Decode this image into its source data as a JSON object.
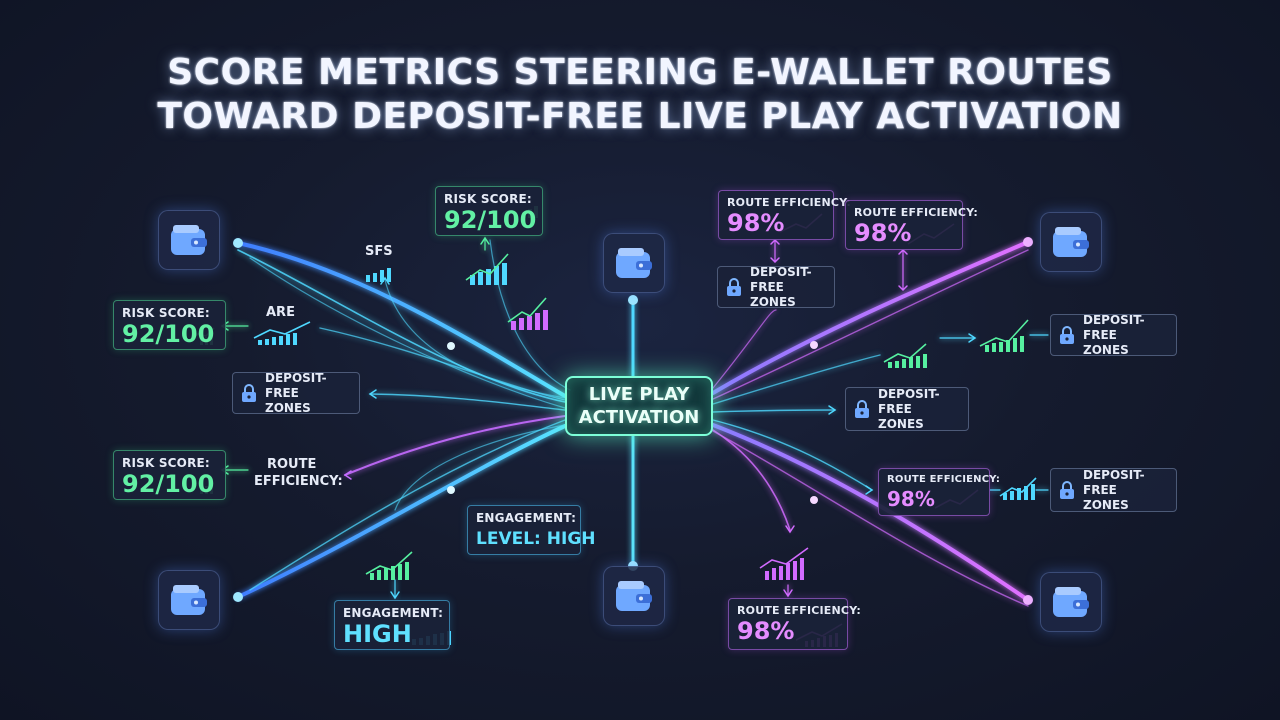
{
  "title": {
    "line1": "SCORE METRICS STEERING E-WALLET ROUTES",
    "line2": "TOWARD DEPOSIT-FREE LIVE PLAY ACTIVATION"
  },
  "hub": {
    "line1": "LIVE PLAY",
    "line2": "ACTIVATION"
  },
  "wallets": [
    "wallet-icon",
    "wallet-icon",
    "wallet-icon",
    "wallet-icon",
    "wallet-icon",
    "wallet-icon"
  ],
  "cards": {
    "risk_top": {
      "label": "RISK SCORE:",
      "value": "92/100"
    },
    "risk_left": {
      "label": "RISK SCORE:",
      "value": "92/100"
    },
    "risk_bottom": {
      "label": "RISK SCORE:",
      "value": "92/100"
    },
    "route_top_left": {
      "label": "ROUTE EFFICIENCY:",
      "value": "98%"
    },
    "route_top_right": {
      "label": "ROUTE EFFICIENCY:",
      "value": "98%"
    },
    "route_right": {
      "label": "ROUTE EFFICIENCY:",
      "value": "98%"
    },
    "route_bottom": {
      "label": "ROUTE EFFICIENCY:",
      "value": "98%"
    },
    "engagement_center": {
      "label": "ENGAGEMENT:",
      "value": "LEVEL: HIGH"
    },
    "engagement_bottom": {
      "label": "ENGAGEMENT:",
      "value": "HIGH"
    },
    "dfz_left": {
      "line1": "DEPOSIT-FREE",
      "line2": "ZONES"
    },
    "dfz_top_mid": {
      "line1": "DEPOSIT-FREE",
      "line2": "ZONES"
    },
    "dfz_right_mid": {
      "line1": "DEPOSIT-FREE",
      "line2": "ZONES"
    },
    "dfz_right_top": {
      "line1": "DEPOSIT-FREE",
      "line2": "ZONES"
    },
    "dfz_right_bottom": {
      "line1": "DEPOSIT-FREE",
      "line2": "ZONES"
    }
  },
  "floating_labels": {
    "sfs": "SFS",
    "are": "ARE",
    "route_l1": "ROUTE",
    "route_l2": "EFFICIENCY:"
  },
  "colors": {
    "cyan": "#4fd8ff",
    "blue": "#4f8dff",
    "purple": "#d26bff",
    "green": "#56f0a0",
    "hub_glow": "#7dffd8"
  }
}
